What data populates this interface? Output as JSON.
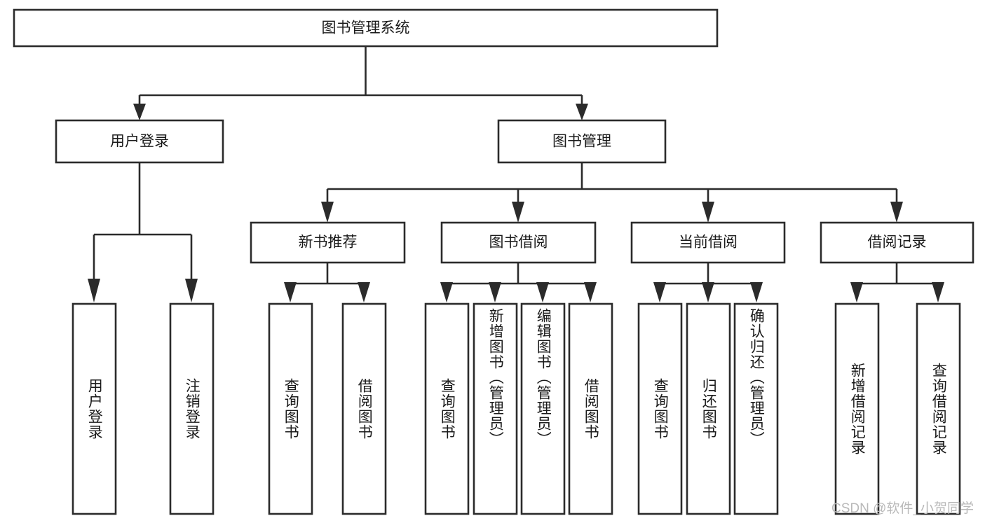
{
  "diagram": {
    "type": "tree",
    "title": "图书管理系统",
    "orientation": "top-down",
    "colors": {
      "box_stroke": "#2b2b2b",
      "box_fill": "#ffffff",
      "text": "#1a1a1a",
      "background": "#ffffff",
      "watermark": "#b9b9b9"
    },
    "root": {
      "label": "图书管理系统"
    },
    "level2": [
      {
        "label": "用户登录"
      },
      {
        "label": "图书管理"
      }
    ],
    "level3": [
      {
        "label": "新书推荐"
      },
      {
        "label": "图书借阅"
      },
      {
        "label": "当前借阅"
      },
      {
        "label": "借阅记录"
      }
    ],
    "leaves": {
      "user_login": [
        {
          "label": "用户登录"
        },
        {
          "label": "注销登录"
        }
      ],
      "new_book_recommend": [
        {
          "label": "查询图书"
        },
        {
          "label": "借阅图书"
        }
      ],
      "book_borrow": [
        {
          "label": "查询图书"
        },
        {
          "label": "新增图书（管理员）"
        },
        {
          "label": "编辑图书（管理员）"
        },
        {
          "label": "借阅图书"
        }
      ],
      "current_borrow": [
        {
          "label": "查询图书"
        },
        {
          "label": "归还图书"
        },
        {
          "label": "确认归还（管理员）"
        }
      ],
      "borrow_records": [
        {
          "label": "新增借阅记录"
        },
        {
          "label": "查询借阅记录"
        }
      ]
    }
  },
  "watermark": {
    "text": "CSDN @软件_小贺同学"
  }
}
